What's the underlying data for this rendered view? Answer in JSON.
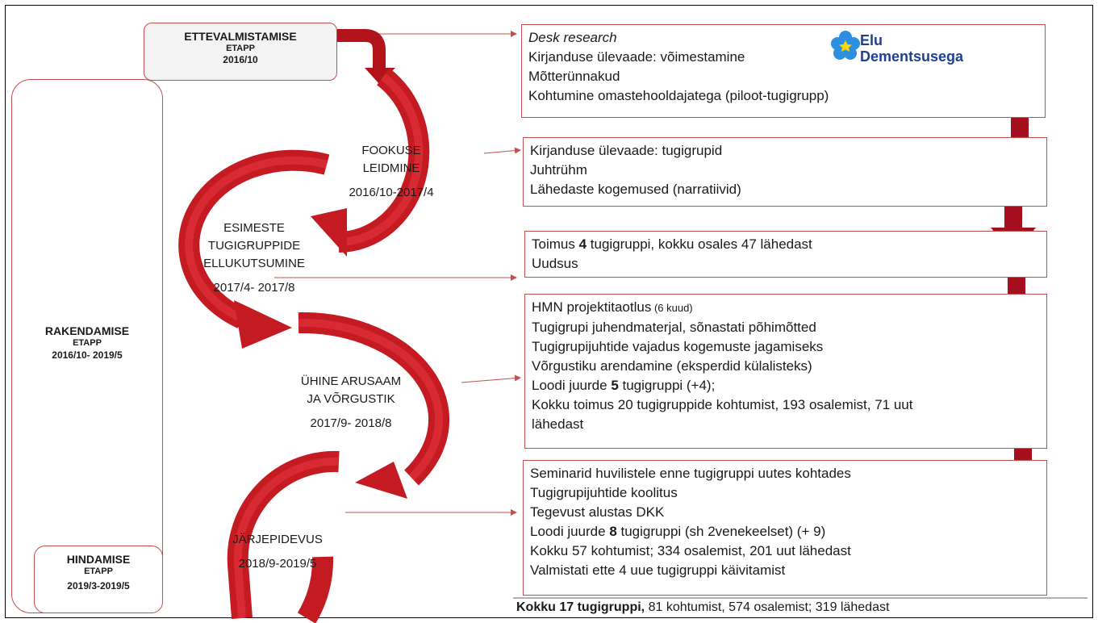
{
  "stages": {
    "ettevalmistamise": {
      "title": "ETTEVALMISTAMISE",
      "sub": "ETAPP",
      "date": "2016/10"
    },
    "rakendamise": {
      "title": "RAKENDAMISE",
      "sub": "ETAPP",
      "date": "2016/10- 2019/5"
    },
    "hindamise": {
      "title": "HINDAMISE",
      "sub": "ETAPP",
      "date": "2019/3-2019/5"
    }
  },
  "phases": [
    {
      "lines": [
        "FOOKUSE",
        "LEIDMINE"
      ],
      "date": "2016/10-2017/4"
    },
    {
      "lines": [
        "ESIMESTE",
        "TUGIGRUPPIDE",
        "ELLUKUTSUMINE"
      ],
      "date": "2017/4- 2017/8"
    },
    {
      "lines": [
        "ÜHINE ARUSAAM",
        "JA VÕRGUSTIK"
      ],
      "date": "2017/9- 2018/8"
    },
    {
      "lines": [
        "JÄRJEPIDEVUS"
      ],
      "date": "2018/9-2019/5"
    }
  ],
  "boxes": {
    "b1": [
      "Desk research",
      "Kirjanduse ülevaade: võimestamine",
      "Mõtterünnakud",
      "Kohtumine omastehooldajatega (piloot-tugigrupp)"
    ],
    "b2": [
      "Kirjanduse ülevaade: tugigrupid",
      "Juhtrühm",
      "Lähedaste kogemused (narratiivid)"
    ],
    "b3": {
      "l1_pre": "Toimus ",
      "l1_bold": "4",
      "l1_post": " tugigruppi, kokku osales 47 lähedast",
      "l2": "Uudsus"
    },
    "b4": {
      "l1": "HMN projektitaotlus",
      "l1_small": " (6 kuud)",
      "l2": "Tugigrupi juhendmaterjal, sõnastati põhimõtted",
      "l3": "Tugigrupijuhtide vajadus kogemuste jagamiseks",
      "l4": "Võrgustiku arendamine (eksperdid külalisteks)",
      "l5_pre": "Loodi juurde ",
      "l5_bold": "5",
      "l5_post": " tugigruppi (+4);",
      "l6": "Kokku toimus 20 tugigruppide kohtumist, 193 osalemist, 71 uut",
      "l7": "lähedast"
    },
    "b5": {
      "l1": "Seminarid huvilistele enne tugigruppi uutes kohtades",
      "l2": "Tugigrupijuhtide koolitus",
      "l3": "Tegevust alustas DKK",
      "l4_pre": "Loodi juurde ",
      "l4_bold": "8",
      "l4_post": " tugigruppi (sh 2venekeelset) (+ 9)",
      "l5": "Kokku 57 kohtumist; 334 osalemist, 201 uut lähedast",
      "l6": "Valmistati ette  4 uue tugigruppi käivitamist"
    }
  },
  "total": {
    "bold": "Kokku 17 tugigruppi,",
    "rest": " 81 kohtumist, 574 osalemist;  319 lähedast"
  },
  "logo": {
    "line1": "Elu",
    "line2": "Dementsusega",
    "icon": "forget-me-not-flower-icon"
  },
  "colors": {
    "arrow": "#a50f1e",
    "border": "#c0504d",
    "logo_text": "#1f3f8f",
    "flower": "#2e8fe0"
  }
}
